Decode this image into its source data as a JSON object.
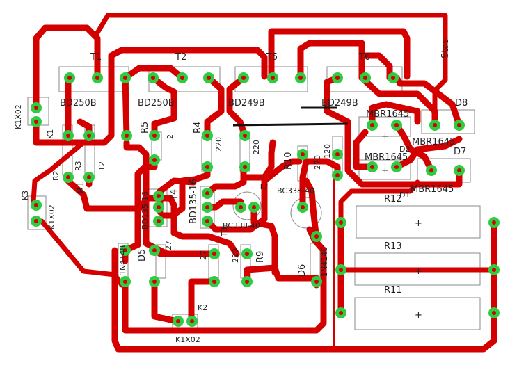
{
  "colors": {
    "track": "#d40000",
    "pad": "#2ecc40",
    "pad_hole": "#d40000",
    "silkscreen": "#888888",
    "label": "#222222",
    "jumper": "#111111",
    "background": "#ffffff"
  },
  "signature": "Stas",
  "labels": {
    "T1": "T1",
    "T2": "T2",
    "T5": "T5",
    "T6": "T6",
    "bd250b": "BD250B",
    "bd250b_2": "BD250B",
    "bd249b": "BD249B",
    "bd249b_2": "BD249B",
    "k1x02_a": "K1X02",
    "k1": "K1",
    "k3": "K3",
    "k1x02_b": "K1X02",
    "r5": "R5",
    "r4": "R4",
    "r3": "R3",
    "r2": "R2",
    "r1": "R1",
    "v220a": "220",
    "v220b": "220",
    "v120": "120",
    "v2": "2",
    "v12": "12",
    "t4": "T4",
    "bd135": "BD135-16",
    "bd135b": "BD135-16",
    "t3": "T3",
    "t7": "T7",
    "bc338a": "BC338-40",
    "bc338b": "BC338-40",
    "d5": "D5",
    "d6": "D6",
    "n4148a": "1N4148",
    "n4148b": "1N4148",
    "r9": "R9",
    "r10": "R10",
    "r220c": "220",
    "v270": "270",
    "v27a": "27",
    "v27b": "27",
    "k2": "K2",
    "k1x02_c": "K1X02",
    "d8": "D8",
    "d7": "D7",
    "d1": "D1",
    "d2": "D2",
    "mbr1": "MBR1645",
    "mbr2": "MBR1645",
    "mbr3": "MBR1645",
    "mbr4": "MBR1645",
    "r12": "R12",
    "r13": "R13",
    "r11": "R11",
    "plus": "+"
  }
}
